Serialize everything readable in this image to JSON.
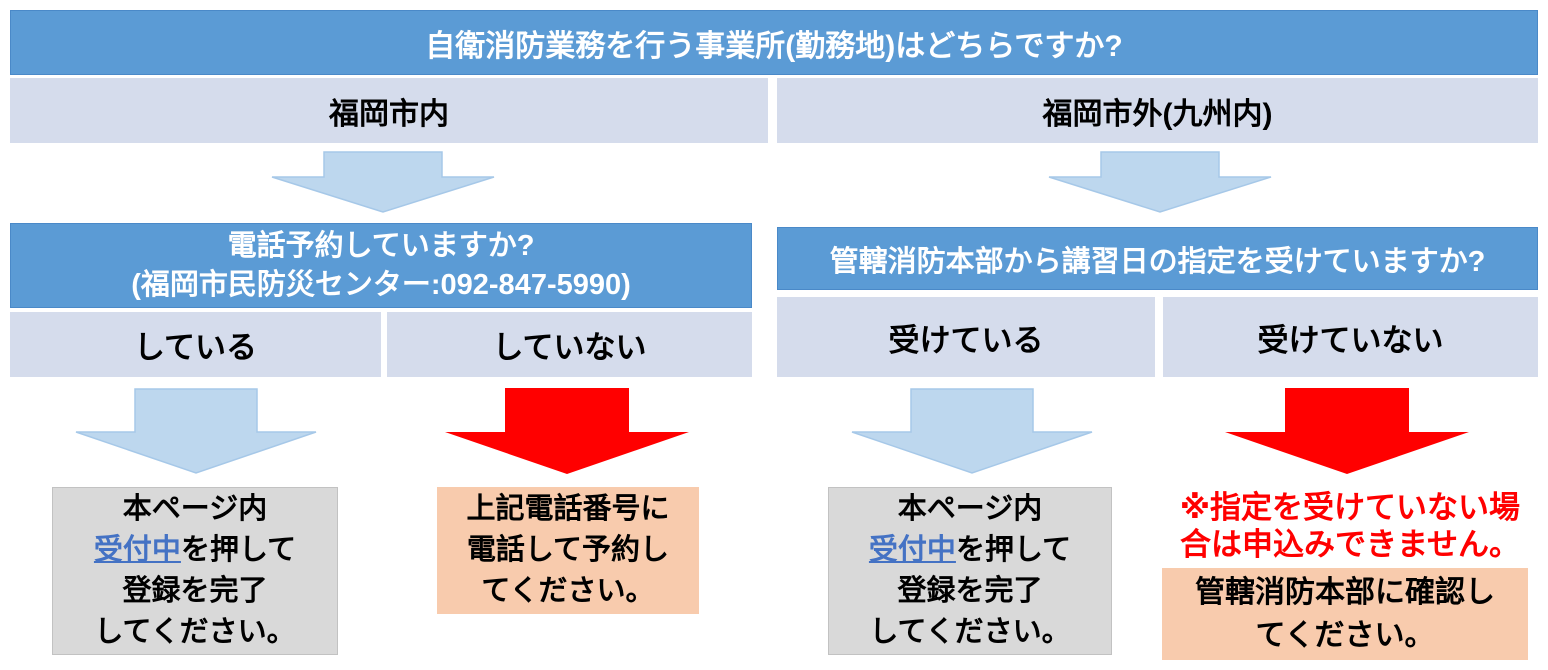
{
  "colors": {
    "banner_blue": "#5b9bd5",
    "cell_light_blue": "#d5dcec",
    "arrow_blue_fill": "#bdd7ee",
    "arrow_blue_edge": "#9dc3e6",
    "arrow_red": "#ff0000",
    "result_gray": "#d9d9d9",
    "result_orange": "#f8cbad",
    "link_blue": "#4472c4",
    "warning_red": "#ff0000"
  },
  "top": {
    "question": "自衛消防業務を行う事業所(勤務地)はどちらですか?",
    "options": [
      {
        "label": "福岡市内"
      },
      {
        "label": "福岡市外(九州内)"
      }
    ]
  },
  "left_branch": {
    "question_line1": "電話予約していますか?",
    "question_line2": "(福岡市民防災センター:092-847-5990)",
    "options": [
      {
        "label": "している"
      },
      {
        "label": "していない"
      }
    ],
    "result_yes": {
      "line1": "本ページ内",
      "link_label": "受付中",
      "line2_rest": "を押して",
      "line3": "登録を完了",
      "line4": "してください。"
    },
    "result_no": {
      "line1": "上記電話番号に",
      "line2": "電話して予約し",
      "line3": "てください。"
    }
  },
  "right_branch": {
    "question": "管轄消防本部から講習日の指定を受けていますか?",
    "options": [
      {
        "label": "受けている"
      },
      {
        "label": "受けていない"
      }
    ],
    "result_yes": {
      "line1": "本ページ内",
      "link_label": "受付中",
      "line2_rest": "を押して",
      "line3": "登録を完了",
      "line4": "してください。"
    },
    "result_no": {
      "warning_line1": "※指定を受けていない場",
      "warning_line2": "合は申込みできません。",
      "box_line1": "管轄消防本部に確認し",
      "box_line2": "てください。"
    }
  }
}
